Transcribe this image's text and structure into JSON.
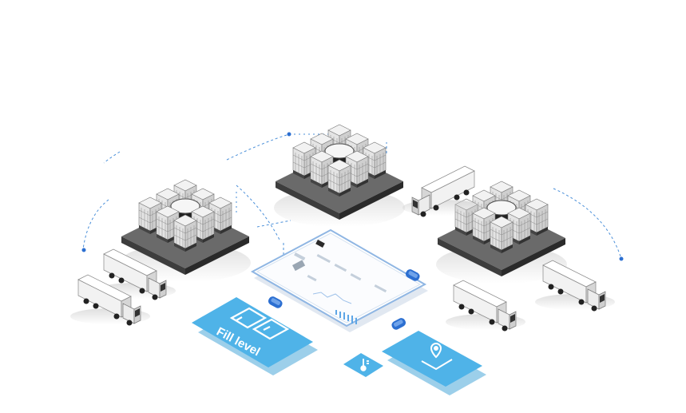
{
  "cards": {
    "fill_level": {
      "label": "Fill level",
      "icon": "fill-level-icon"
    },
    "temperature": {
      "icon": "thermometer-icon"
    },
    "location": {
      "icon": "location-pin-icon"
    }
  },
  "colors": {
    "card_blue": "#4fb3e8",
    "card_blue_dark": "#3a9fd6",
    "accent_blue": "#2c6fd1",
    "tank_grey": "#d9d9d9",
    "pallet_dark": "#5a5a5a",
    "connector_line": "#4a8fd9"
  },
  "scene": {
    "tank_clusters": 3,
    "trucks": 5,
    "tablet": "monitoring-dashboard"
  }
}
